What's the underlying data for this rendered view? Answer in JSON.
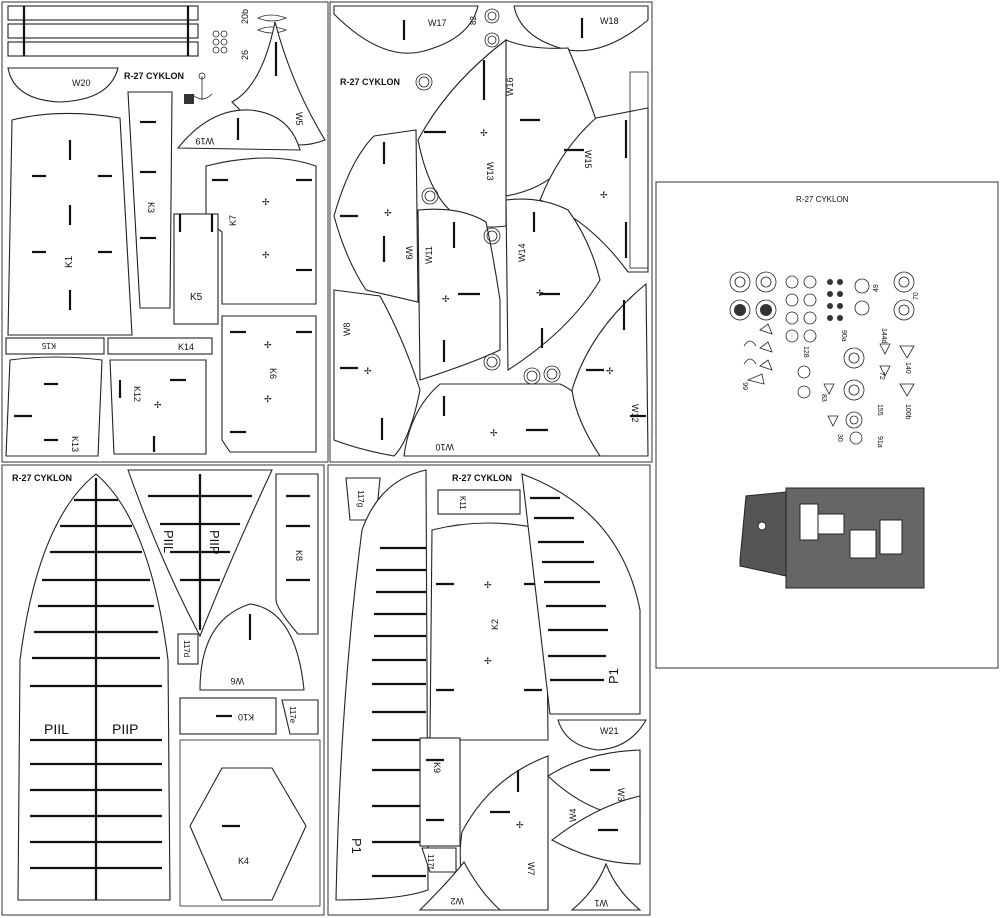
{
  "sheets": [
    {
      "title": "R-27 CYKLON"
    },
    {
      "title": "R-27 CYKLON"
    },
    {
      "title": "R-27 CYKLON"
    },
    {
      "title": "R-27 CYKLON"
    },
    {
      "title": "R-27 CYKLON"
    }
  ],
  "labels": {
    "s1": {
      "W20": "W20",
      "K1": "K1",
      "K3": "K3",
      "K5": "K5",
      "K7": "K7",
      "W19": "W19",
      "W5": "W5",
      "K15": "K15",
      "K14": "K14",
      "K12": "K12",
      "K13": "K13",
      "K6": "K6",
      "n20b": "20b",
      "n26": "26"
    },
    "s2": {
      "W17": "W17",
      "W18": "W18",
      "n82": "82",
      "W16": "W16",
      "W13": "W13",
      "W15": "W15",
      "W9": "W9",
      "W11": "W11",
      "W14": "W14",
      "W8": "W8",
      "W10": "W10",
      "W12": "W12"
    },
    "s3": {
      "PIIL_top": "PIIL",
      "PIIP_top": "PIIP",
      "K8": "K8",
      "n117d": "117d",
      "W6": "W6",
      "K10": "K10",
      "n117e": "117e",
      "PIIL": "PIIL",
      "PIIP": "PIIP",
      "K4": "K4"
    },
    "s4": {
      "n117g": "117g",
      "K11": "K11",
      "K2": "K2",
      "P1_right": "P1",
      "W21": "W21",
      "K9": "K9",
      "W3": "W3",
      "W4": "W4",
      "P1_left": "P1",
      "n117f": "117f",
      "W7": "W7",
      "W2": "W2",
      "W1": "W1"
    },
    "s5": {
      "n49": "49",
      "n70": "70",
      "n90a": "90a",
      "n144d": "144d",
      "n128": "128",
      "n72": "72",
      "n140": "140",
      "n66": "66",
      "n83": "83",
      "n155": "155",
      "n100b": "100b",
      "n30": "30",
      "n91a": "91a"
    }
  }
}
